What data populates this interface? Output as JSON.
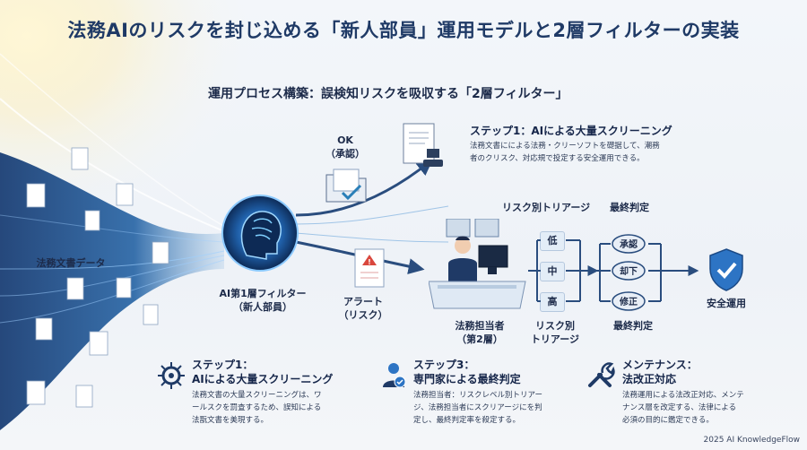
{
  "title": "法務AIのリスクを封じ込める「新人部員」運用モデルと2層フィルターの実装",
  "subtitle": "運用プロセス構築：誤検知リスクを吸収する「2層フィルター」",
  "left_label": "法務文書データ",
  "ai_filter": {
    "line1": "AI第1層フィルター",
    "line2": "（新人部員）"
  },
  "ok": {
    "line1": "OK",
    "line2": "（承認）"
  },
  "alert": {
    "line1": "アラート",
    "line2": "（リスク）"
  },
  "step1_top": {
    "title": "ステップ1：AIによる大量スクリーニング",
    "desc1": "法務文書にによる法務・クリーソフトを礎据して、潮務",
    "desc2": "者のクリスク、対応規で投定する安全運用できる。"
  },
  "triage_header": "リスク別トリアージ",
  "final_header": "最終判定",
  "tiers": [
    "低",
    "中",
    "高"
  ],
  "stamps": [
    "承認",
    "却下",
    "修正"
  ],
  "safe_label": "安全運用",
  "staff": {
    "line1": "法務担当者",
    "line2": "（第2層）"
  },
  "triage_bottom": {
    "line1": "リスク別",
    "line2": "トリアージ"
  },
  "final_bottom": "最終判定",
  "bottom_steps": [
    {
      "icon": "gear-network-icon",
      "title1": "ステップ1：",
      "title2": "AIによる大量スクリーニング",
      "desc": [
        "法務文書の大量スクリーニングは、ワ",
        "ールスクを罰査するため、誤知による",
        "法翫文書を美現する。"
      ]
    },
    {
      "icon": "expert-check-icon",
      "title1": "ステップ3：",
      "title2": "専門家による最終判定",
      "desc": [
        "法務担当者：リスクレベル別トリアー",
        "ジ、法務担当者にスクリアージにを判",
        "定し、最終判定率を殺定する。"
      ]
    },
    {
      "icon": "wrench-icon",
      "title1": "メンテナンス：",
      "title2": "法改正対応",
      "desc": [
        "法務運用による法改正対応、メンテ",
        "ナンス層を改定する、法律による",
        "必須の目的に鑑定できる。"
      ]
    }
  ],
  "copyright": "2025 AI KnowledgeFlow"
}
